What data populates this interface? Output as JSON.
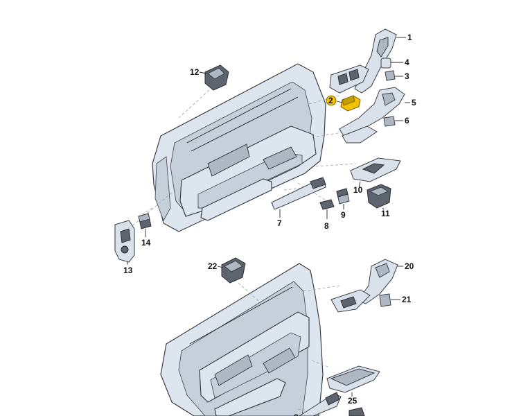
{
  "diagram": {
    "callouts": [
      {
        "id": "1",
        "label": "1",
        "highlighted": false
      },
      {
        "id": "2",
        "label": "2",
        "highlighted": true
      },
      {
        "id": "3",
        "label": "3",
        "highlighted": false
      },
      {
        "id": "4",
        "label": "4",
        "highlighted": false
      },
      {
        "id": "5",
        "label": "5",
        "highlighted": false
      },
      {
        "id": "6",
        "label": "6",
        "highlighted": false
      },
      {
        "id": "7",
        "label": "7",
        "highlighted": false
      },
      {
        "id": "8",
        "label": "8",
        "highlighted": false
      },
      {
        "id": "9",
        "label": "9",
        "highlighted": false
      },
      {
        "id": "10",
        "label": "10",
        "highlighted": false
      },
      {
        "id": "11",
        "label": "11",
        "highlighted": false
      },
      {
        "id": "12",
        "label": "12",
        "highlighted": false
      },
      {
        "id": "13",
        "label": "13",
        "highlighted": false
      },
      {
        "id": "14",
        "label": "14",
        "highlighted": false
      },
      {
        "id": "20",
        "label": "20",
        "highlighted": false
      },
      {
        "id": "21",
        "label": "21",
        "highlighted": false
      },
      {
        "id": "22",
        "label": "22",
        "highlighted": false
      },
      {
        "id": "25",
        "label": "25",
        "highlighted": false
      }
    ],
    "colors": {
      "highlight": "#f2c200",
      "part_fill": "#d9e1ea",
      "outline": "#3a3f46",
      "dark_part": "#5d646d"
    }
  }
}
